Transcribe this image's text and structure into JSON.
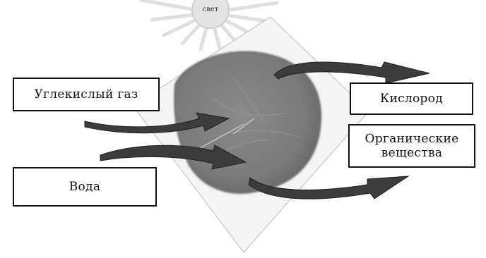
{
  "diagram": {
    "sun_label": "свет",
    "inputs": {
      "co2": "Углекислый газ",
      "water": "Вода"
    },
    "outputs": {
      "oxygen": "Кислород",
      "organic_line1": "Органические",
      "organic_line2": "вещества"
    },
    "icons": [
      "sun-icon",
      "leaf-icon",
      "arrow-icon"
    ],
    "colors": {
      "leaf_fill": "#7c7c7c",
      "leaf_dark": "#5e5e5e",
      "arrow_fill": "#3c3c3c",
      "sun_ray": "#d9d9d9",
      "box_border": "#111111"
    }
  }
}
